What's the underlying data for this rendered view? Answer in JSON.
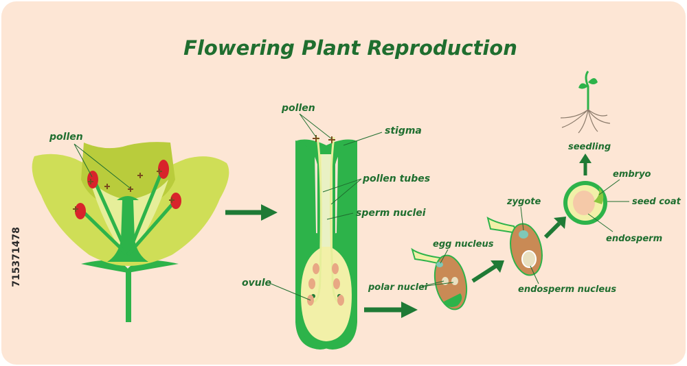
{
  "title": "Flowering Plant Reproduction",
  "stock_id": "715371478",
  "labels": {
    "flower_pollen": "pollen",
    "pistil_pollen": "pollen",
    "stigma": "stigma",
    "pollen_tubes": "pollen tubes",
    "sperm_nuclei": "sperm nuclei",
    "ovule": "ovule",
    "egg_nucleus": "egg nucleus",
    "polar_nuclei": "polar nuclei",
    "zygote": "zygote",
    "endosperm_nucleus": "endosperm nucleus",
    "seedling": "seedling",
    "embryo": "embryo",
    "seed_coat": "seed coat",
    "endosperm": "endosperm"
  },
  "colors": {
    "background": "#fde6d5",
    "text": "#1f6e2f",
    "petal": "#cfde57",
    "petal_light": "#e6ee9a",
    "stem_green": "#2db34a",
    "dark_green": "#1f7a35",
    "pollen_red": "#d8242b",
    "ovule_cell": "#c98a55",
    "ovary_fill": "#f2f0a8"
  }
}
